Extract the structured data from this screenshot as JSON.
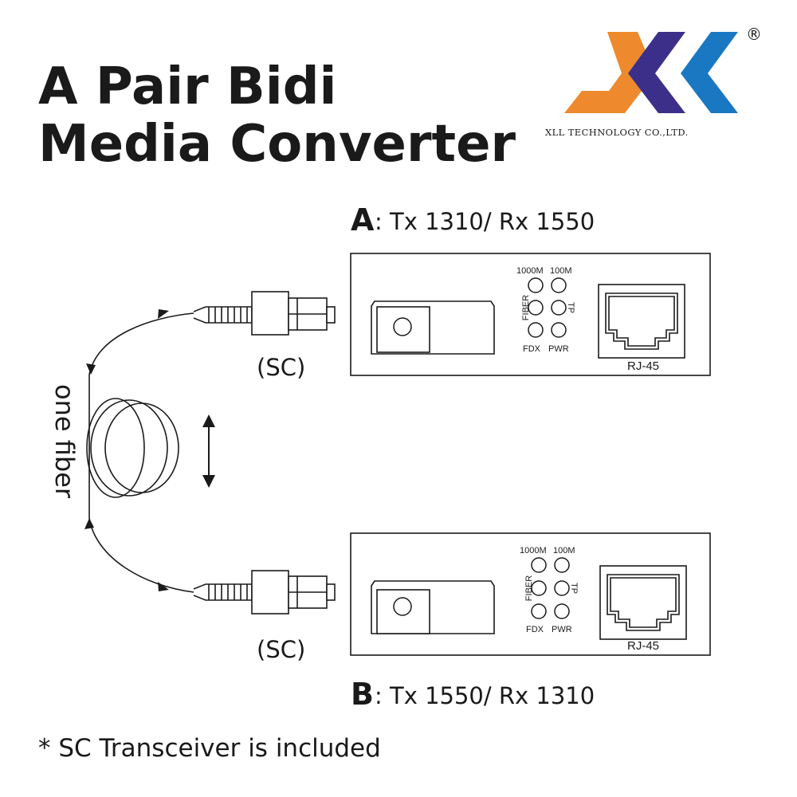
{
  "title": {
    "line1": "A Pair Bidi",
    "line2": "Media Converter"
  },
  "logo": {
    "company": "XLL TECHNOLOGY CO.,LTD.",
    "registered_mark": "®",
    "colors": {
      "orange": "#ee8a2d",
      "purple": "#3b2f8a",
      "blue": "#1a78c2"
    }
  },
  "converter_a": {
    "letter": "A",
    "spec": ": Tx 1310/ Rx 1550",
    "connector": "(SC)",
    "leds": {
      "top_left": "1000M",
      "top_right": "100M",
      "side_left": "FIBER",
      "side_right": "TP",
      "bottom_left": "FDX",
      "bottom_right": "PWR"
    },
    "port": "RJ-45"
  },
  "converter_b": {
    "letter": "B",
    "spec": ": Tx 1550/ Rx 1310",
    "connector": "(SC)",
    "leds": {
      "top_left": "1000M",
      "top_right": "100M",
      "side_left": "FIBER",
      "side_right": "TP",
      "bottom_left": "FDX",
      "bottom_right": "PWR"
    },
    "port": "RJ-45"
  },
  "fiber_label": "one fiber",
  "footnote": "* SC Transceiver is included"
}
